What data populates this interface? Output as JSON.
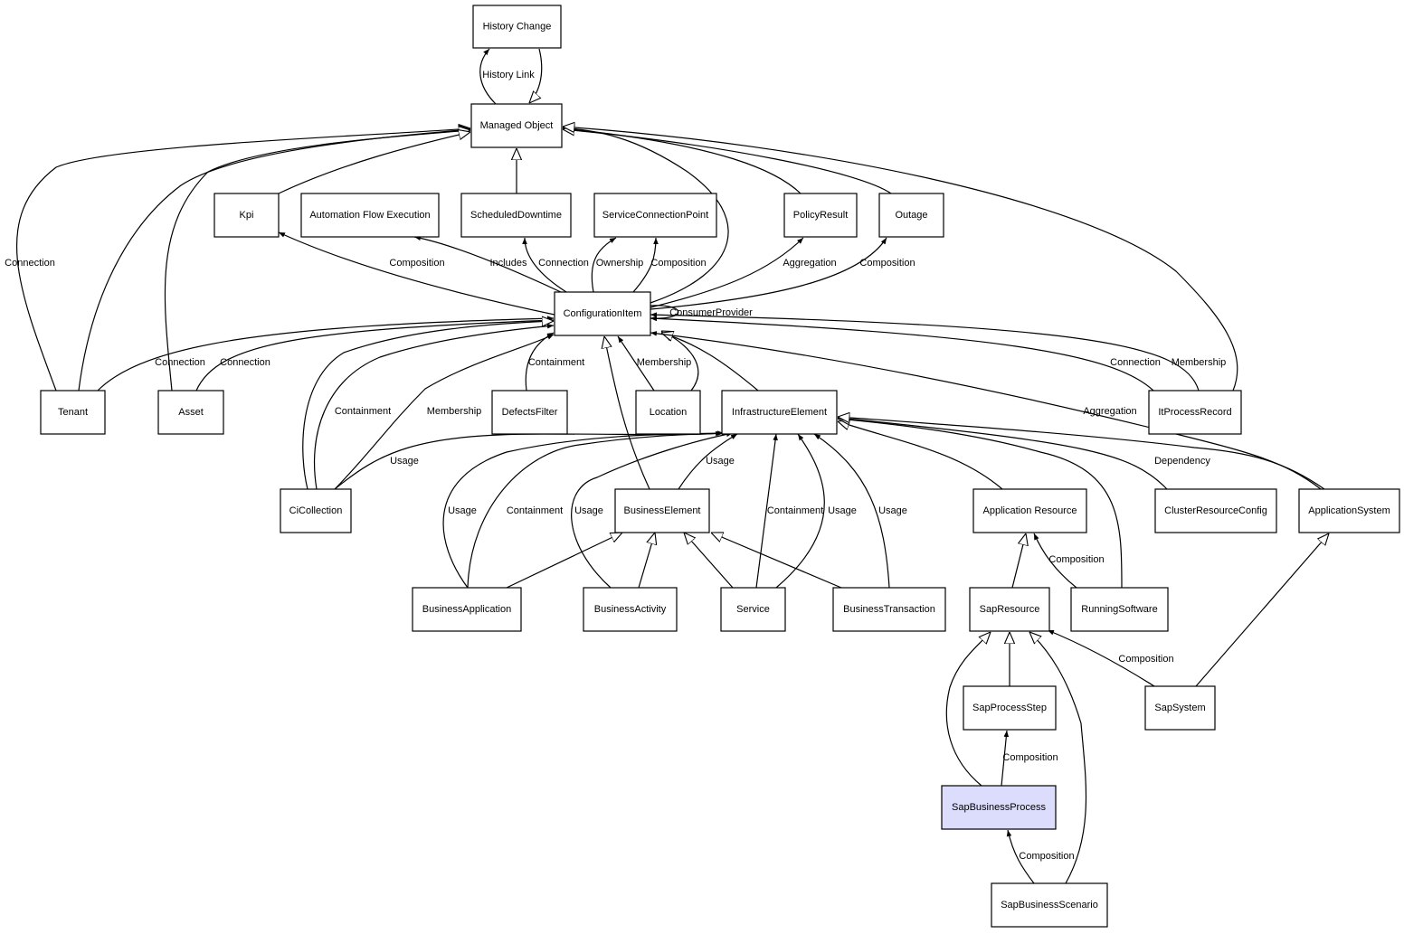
{
  "diagram_title": "",
  "highlight_color": "#dcdcfc",
  "nodes": {
    "history_change": "History Change",
    "managed_object": "Managed Object",
    "kpi": "Kpi",
    "automation_flow_execution": "Automation Flow Execution",
    "scheduled_downtime": "ScheduledDowntime",
    "service_connection_point": "ServiceConnectionPoint",
    "policy_result": "PolicyResult",
    "outage": "Outage",
    "configuration_item": "ConfigurationItem",
    "tenant": "Tenant",
    "asset": "Asset",
    "defects_filter": "DefectsFilter",
    "location": "Location",
    "infrastructure_element": "InfrastructureElement",
    "it_process_record": "ItProcessRecord",
    "ci_collection": "CiCollection",
    "business_element": "BusinessElement",
    "application_resource": "Application Resource",
    "cluster_resource_config": "ClusterResourceConfig",
    "application_system": "ApplicationSystem",
    "business_application": "BusinessApplication",
    "business_activity": "BusinessActivity",
    "service": "Service",
    "business_transaction": "BusinessTransaction",
    "sap_resource": "SapResource",
    "running_software": "RunningSoftware",
    "sap_process_step": "SapProcessStep",
    "sap_system": "SapSystem",
    "sap_business_process": "SapBusinessProcess",
    "sap_business_scenario": "SapBusinessScenario"
  },
  "edges": [
    {
      "from": "managed_object",
      "to": "history_change",
      "label": "History Link",
      "kind": "association"
    },
    {
      "from": "history_change",
      "to": "managed_object",
      "label": "",
      "kind": "inheritance"
    },
    {
      "from": "tenant",
      "to": "managed_object",
      "label": "Connection",
      "kind": "inheritance"
    },
    {
      "from": "tenant",
      "to": "managed_object",
      "label": "",
      "kind": "inheritance"
    },
    {
      "from": "asset",
      "to": "managed_object",
      "label": "",
      "kind": "inheritance"
    },
    {
      "from": "kpi",
      "to": "managed_object",
      "label": "",
      "kind": "inheritance"
    },
    {
      "from": "scheduled_downtime",
      "to": "managed_object",
      "label": "",
      "kind": "inheritance"
    },
    {
      "from": "configuration_item",
      "to": "managed_object",
      "label": "",
      "kind": "inheritance"
    },
    {
      "from": "policy_result",
      "to": "managed_object",
      "label": "",
      "kind": "inheritance"
    },
    {
      "from": "outage",
      "to": "managed_object",
      "label": "",
      "kind": "inheritance"
    },
    {
      "from": "it_process_record",
      "to": "managed_object",
      "label": "",
      "kind": "inheritance"
    },
    {
      "from": "configuration_item",
      "to": "kpi",
      "label": "Composition",
      "kind": "association"
    },
    {
      "from": "configuration_item",
      "to": "automation_flow_execution",
      "label": "Includes",
      "kind": "association"
    },
    {
      "from": "configuration_item",
      "to": "scheduled_downtime",
      "label": "Connection",
      "kind": "association"
    },
    {
      "from": "configuration_item",
      "to": "service_connection_point",
      "label": "Ownership",
      "kind": "association"
    },
    {
      "from": "configuration_item",
      "to": "service_connection_point",
      "label": "Composition",
      "kind": "association"
    },
    {
      "from": "configuration_item",
      "to": "policy_result",
      "label": "Aggregation",
      "kind": "association"
    },
    {
      "from": "configuration_item",
      "to": "outage",
      "label": "Composition",
      "kind": "association"
    },
    {
      "from": "configuration_item",
      "to": "configuration_item",
      "label": "ConsumerProvider",
      "kind": "association"
    },
    {
      "from": "tenant",
      "to": "configuration_item",
      "label": "Connection",
      "kind": "association"
    },
    {
      "from": "asset",
      "to": "configuration_item",
      "label": "Connection",
      "kind": "association"
    },
    {
      "from": "defects_filter",
      "to": "configuration_item",
      "label": "Containment",
      "kind": "association"
    },
    {
      "from": "location",
      "to": "configuration_item",
      "label": "Membership",
      "kind": "association"
    },
    {
      "from": "location",
      "to": "configuration_item",
      "label": "",
      "kind": "inheritance"
    },
    {
      "from": "infrastructure_element",
      "to": "configuration_item",
      "label": "",
      "kind": "inheritance"
    },
    {
      "from": "it_process_record",
      "to": "configuration_item",
      "label": "Connection",
      "kind": "association"
    },
    {
      "from": "it_process_record",
      "to": "configuration_item",
      "label": "Membership",
      "kind": "association"
    },
    {
      "from": "application_system",
      "to": "configuration_item",
      "label": "Aggregation",
      "kind": "association"
    },
    {
      "from": "ci_collection",
      "to": "configuration_item",
      "label": "",
      "kind": "inheritance"
    },
    {
      "from": "ci_collection",
      "to": "configuration_item",
      "label": "Containment",
      "kind": "association"
    },
    {
      "from": "ci_collection",
      "to": "configuration_item",
      "label": "Membership",
      "kind": "association"
    },
    {
      "from": "business_element",
      "to": "configuration_item",
      "label": "",
      "kind": "inheritance"
    },
    {
      "from": "ci_collection",
      "to": "infrastructure_element",
      "label": "Usage",
      "kind": "association"
    },
    {
      "from": "business_application",
      "to": "infrastructure_element",
      "label": "Usage",
      "kind": "association"
    },
    {
      "from": "business_application",
      "to": "infrastructure_element",
      "label": "Containment",
      "kind": "association"
    },
    {
      "from": "business_activity",
      "to": "infrastructure_element",
      "label": "Usage",
      "kind": "association"
    },
    {
      "from": "business_element",
      "to": "infrastructure_element",
      "label": "Usage",
      "kind": "association"
    },
    {
      "from": "service",
      "to": "infrastructure_element",
      "label": "Containment",
      "kind": "association"
    },
    {
      "from": "service",
      "to": "infrastructure_element",
      "label": "Usage",
      "kind": "association"
    },
    {
      "from": "business_transaction",
      "to": "infrastructure_element",
      "label": "Usage",
      "kind": "association"
    },
    {
      "from": "application_resource",
      "to": "infrastructure_element",
      "label": "",
      "kind": "inheritance"
    },
    {
      "from": "running_software",
      "to": "infrastructure_element",
      "label": "",
      "kind": "inheritance"
    },
    {
      "from": "cluster_resource_config",
      "to": "infrastructure_element",
      "label": "Dependency",
      "kind": "association"
    },
    {
      "from": "application_system",
      "to": "infrastructure_element",
      "label": "",
      "kind": "inheritance"
    },
    {
      "from": "business_application",
      "to": "business_element",
      "label": "",
      "kind": "inheritance"
    },
    {
      "from": "business_activity",
      "to": "business_element",
      "label": "",
      "kind": "inheritance"
    },
    {
      "from": "service",
      "to": "business_element",
      "label": "",
      "kind": "inheritance"
    },
    {
      "from": "business_transaction",
      "to": "business_element",
      "label": "",
      "kind": "inheritance"
    },
    {
      "from": "sap_resource",
      "to": "application_resource",
      "label": "",
      "kind": "inheritance"
    },
    {
      "from": "running_software",
      "to": "application_resource",
      "label": "Composition",
      "kind": "association"
    },
    {
      "from": "sap_system",
      "to": "application_system",
      "label": "",
      "kind": "inheritance"
    },
    {
      "from": "sap_system",
      "to": "sap_resource",
      "label": "Composition",
      "kind": "association"
    },
    {
      "from": "sap_process_step",
      "to": "sap_resource",
      "label": "",
      "kind": "inheritance"
    },
    {
      "from": "sap_business_process",
      "to": "sap_resource",
      "label": "",
      "kind": "inheritance"
    },
    {
      "from": "sap_business_scenario",
      "to": "sap_resource",
      "label": "",
      "kind": "inheritance"
    },
    {
      "from": "sap_business_process",
      "to": "sap_process_step",
      "label": "Composition",
      "kind": "association"
    },
    {
      "from": "sap_business_scenario",
      "to": "sap_business_process",
      "label": "Composition",
      "kind": "association"
    }
  ]
}
